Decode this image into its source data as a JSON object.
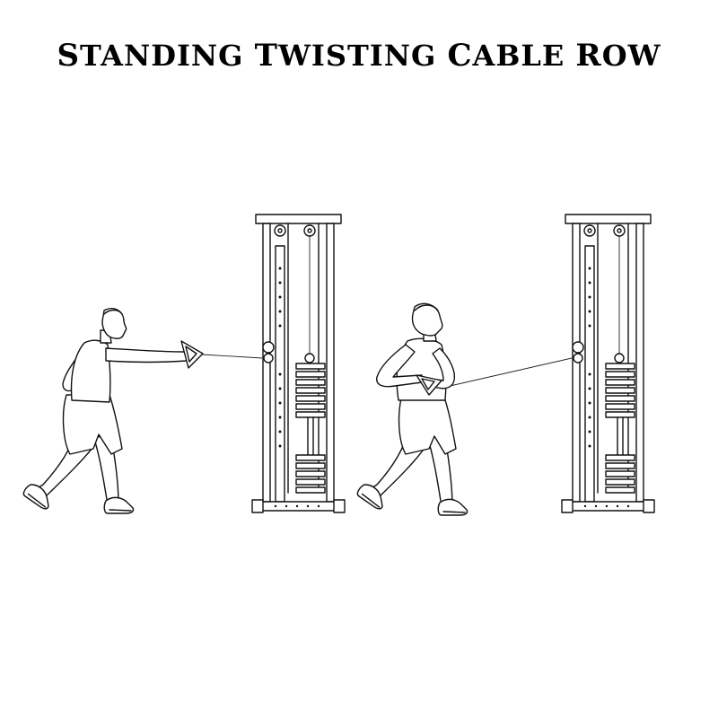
{
  "title": "Standing Twisting Cable Row",
  "figures": [
    {
      "name": "phase-one",
      "pose": "arms-extended"
    },
    {
      "name": "phase-two",
      "pose": "handle-pulled-to-torso"
    }
  ],
  "colors": {
    "ink": "#111111",
    "background": "#ffffff"
  }
}
